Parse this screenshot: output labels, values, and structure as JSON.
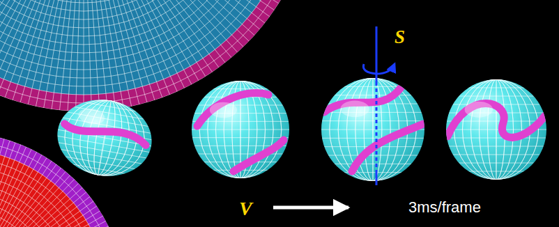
{
  "diagram": {
    "labels": [
      "S",
      "V",
      "3ms/frame"
    ]
  }
}
